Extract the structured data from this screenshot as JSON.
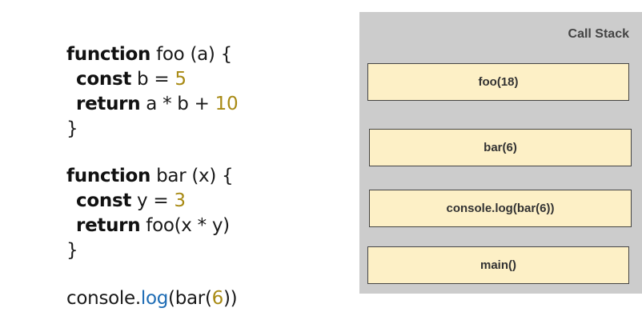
{
  "code": {
    "foo_function": {
      "keyword_function": "function",
      "signature": " foo (a) {",
      "keyword_const": "const",
      "const_decl": " b = ",
      "const_value": "5",
      "keyword_return": "return",
      "return_expr": " a * b + ",
      "return_number": "10",
      "close_brace": "}"
    },
    "bar_function": {
      "keyword_function": "function",
      "signature": " bar (x) {",
      "keyword_const": "const",
      "const_decl": " y = ",
      "const_value": "3",
      "keyword_return": "return",
      "return_expr": " foo(x * y)",
      "close_brace": "}"
    },
    "call": {
      "object": "console.",
      "method": "log",
      "open": "(bar(",
      "arg": "6",
      "close": "))"
    }
  },
  "call_stack": {
    "title": "Call Stack",
    "frames": [
      "foo(18)",
      "bar(6)",
      "console.log(bar(6))",
      "main()"
    ]
  },
  "colors": {
    "keyword": "#111111",
    "number": "#a88a14",
    "method": "#1f6db5",
    "panel_bg": "#cccccc",
    "frame_bg": "#fdf0c6"
  }
}
